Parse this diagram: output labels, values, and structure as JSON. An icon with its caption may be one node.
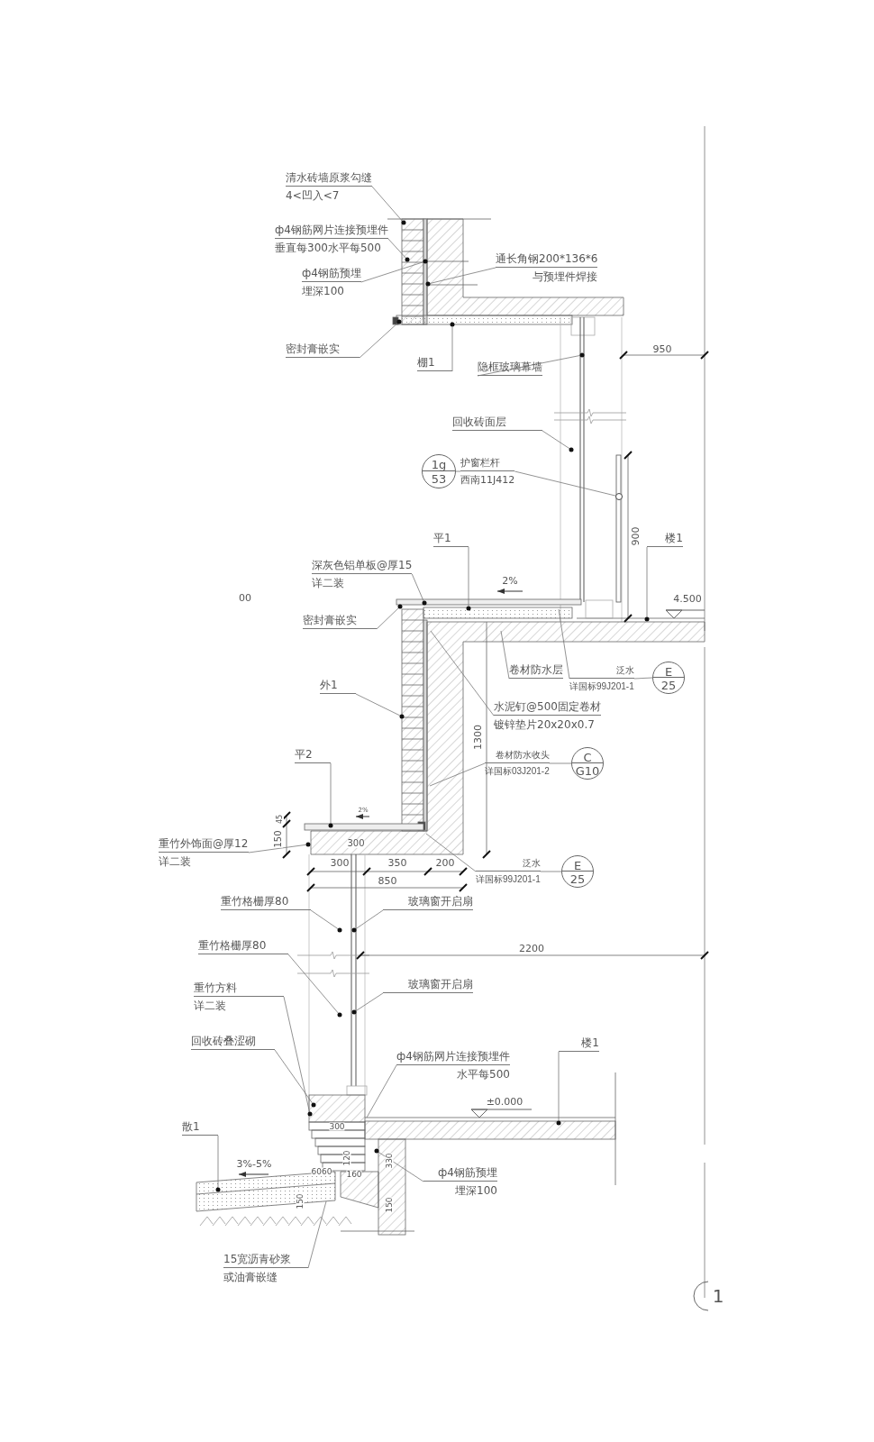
{
  "diagram": {
    "nodes": [
      {
        "text": [
          "清水砖墙原浆勾缝",
          "4<凹入<7"
        ]
      },
      {
        "text": [
          "ф4钢筋网片连接预埋件",
          "垂直每300水平每500"
        ]
      },
      {
        "text": [
          "ф4钢筋预埋",
          "埋深100"
        ]
      },
      {
        "text": [
          "通长角钢200*136*6",
          "与预埋件焊接"
        ]
      },
      {
        "text": [
          "密封膏嵌实"
        ]
      },
      {
        "text": [
          "棚1"
        ]
      },
      {
        "text": [
          "隐框玻璃幕墙"
        ]
      },
      {
        "text": [
          "回收砖面层"
        ]
      },
      {
        "text": [
          "1g",
          "53"
        ]
      },
      {
        "text": [
          "护窗栏杆",
          "西南11J412"
        ]
      },
      {
        "text": [
          "平1"
        ]
      },
      {
        "text": [
          "楼1"
        ]
      },
      {
        "text": [
          "深灰色铝单板@厚15",
          "详二装"
        ]
      },
      {
        "text": [
          "密封膏嵌实"
        ]
      },
      {
        "text": [
          "卷材防水层"
        ]
      },
      {
        "text": [
          "泛水",
          "详国标99J201-1"
        ]
      },
      {
        "text": [
          "E",
          "25"
        ]
      },
      {
        "text": [
          "外1"
        ]
      },
      {
        "text": [
          "水泥钉@500固定卷材",
          "镀锌垫片20x20x0.7"
        ]
      },
      {
        "text": [
          "卷材防水收头",
          "详国标03J201-2"
        ]
      },
      {
        "text": [
          "C",
          "G10"
        ]
      },
      {
        "text": [
          "平2"
        ]
      },
      {
        "text": [
          "重竹外饰面@厚12",
          "详二装"
        ]
      },
      {
        "text": [
          "泛水",
          "详国标99J201-1"
        ]
      },
      {
        "text": [
          "E",
          "25"
        ]
      },
      {
        "text": [
          "重竹格栅厚80"
        ]
      },
      {
        "text": [
          "玻璃窗开启扇"
        ]
      },
      {
        "text": [
          "重竹格栅厚80"
        ]
      },
      {
        "text": [
          "玻璃窗开启扇"
        ]
      },
      {
        "text": [
          "重竹方料",
          "详二装"
        ]
      },
      {
        "text": [
          "回收砖叠涩砌"
        ]
      },
      {
        "text": [
          "ф4钢筋网片连接预埋件",
          "水平每500"
        ]
      },
      {
        "text": [
          "楼1"
        ]
      },
      {
        "text": [
          "散1"
        ]
      },
      {
        "text": [
          "ф4钢筋预埋",
          "埋深100"
        ]
      },
      {
        "text": [
          "15宽沥青砂浆",
          "或油膏嵌缝"
        ]
      },
      {
        "text": [],
        "shape": "dot"
      },
      {
        "text": [],
        "shape": "dot"
      },
      {
        "text": [],
        "shape": "dot"
      },
      {
        "text": [],
        "shape": "dot"
      },
      {
        "text": [],
        "shape": "dot"
      },
      {
        "text": [],
        "shape": "dot"
      },
      {
        "text": [],
        "shape": "dot"
      },
      {
        "text": [],
        "shape": "dot"
      },
      {
        "text": [],
        "shape": "circle"
      },
      {
        "text": [],
        "shape": "dot"
      },
      {
        "text": [],
        "shape": "dot"
      },
      {
        "text": [],
        "shape": "dot"
      },
      {
        "text": [],
        "shape": "dot"
      },
      {
        "text": [],
        "shape": "dot"
      },
      {
        "text": [],
        "shape": "dot"
      },
      {
        "text": [],
        "shape": "dot"
      },
      {
        "text": [],
        "shape": "dot"
      },
      {
        "text": [],
        "shape": "dot"
      },
      {
        "text": [],
        "shape": "dot"
      },
      {
        "text": [],
        "shape": "dot"
      },
      {
        "text": [],
        "shape": "dot"
      },
      {
        "text": [],
        "shape": "dot"
      },
      {
        "text": [],
        "shape": "dot"
      },
      {
        "text": [],
        "shape": "dot"
      },
      {
        "text": [],
        "shape": "dot"
      }
    ],
    "edges": [
      {
        "from": 0,
        "to": 36,
        "arrow": "none"
      },
      {
        "from": 1,
        "to": 37,
        "arrow": "none"
      },
      {
        "from": 2,
        "to": 38,
        "arrow": "none"
      },
      {
        "from": 3,
        "to": 39,
        "arrow": "none"
      },
      {
        "from": 4,
        "to": 40,
        "arrow": "none"
      },
      {
        "from": 5,
        "to": 41,
        "arrow": "none"
      },
      {
        "from": 6,
        "to": 42,
        "arrow": "none"
      },
      {
        "from": 7,
        "to": 43,
        "arrow": "none"
      },
      {
        "from": 8,
        "to": 9,
        "arrow": "none"
      },
      {
        "from": 9,
        "to": 44,
        "arrow": "none"
      },
      {
        "from": 10,
        "to": 45,
        "arrow": "none"
      },
      {
        "from": 11,
        "to": 46,
        "arrow": "none"
      },
      {
        "from": 12,
        "to": 47,
        "arrow": "none"
      },
      {
        "from": 13,
        "to": 48,
        "arrow": "none"
      },
      {
        "from": 14,
        "to": null,
        "arrow": "none"
      },
      {
        "from": 15,
        "to": 16,
        "arrow": "none"
      },
      {
        "from": 15,
        "to": null,
        "arrow": "none"
      },
      {
        "from": 17,
        "to": 49,
        "arrow": "none"
      },
      {
        "from": 18,
        "to": null,
        "arrow": "none"
      },
      {
        "from": 19,
        "to": 20,
        "arrow": "none"
      },
      {
        "from": 19,
        "to": null,
        "arrow": "none"
      },
      {
        "from": 21,
        "to": 50,
        "arrow": "none"
      },
      {
        "from": 22,
        "to": 51,
        "arrow": "none"
      },
      {
        "from": 23,
        "to": 24,
        "arrow": "none"
      },
      {
        "from": 23,
        "to": null,
        "arrow": "none"
      },
      {
        "from": 25,
        "to": 52,
        "arrow": "none"
      },
      {
        "from": 26,
        "to": 53,
        "arrow": "none"
      },
      {
        "from": 27,
        "to": 54,
        "arrow": "none"
      },
      {
        "from": 28,
        "to": 55,
        "arrow": "none"
      },
      {
        "from": 29,
        "to": 56,
        "arrow": "none"
      },
      {
        "from": 30,
        "to": 57,
        "arrow": "none"
      },
      {
        "from": 31,
        "to": null,
        "arrow": "none"
      },
      {
        "from": 32,
        "to": 58,
        "arrow": "none"
      },
      {
        "from": 33,
        "to": 59,
        "arrow": "none"
      },
      {
        "from": 34,
        "to": 60,
        "arrow": "none"
      },
      {
        "from": 35,
        "to": null,
        "arrow": "none"
      }
    ],
    "labels": [
      "950",
      "900",
      "2%",
      "00",
      "4.500",
      "1300",
      "2%",
      "45",
      "150",
      "300",
      "300",
      "350",
      "200",
      "850",
      "2200",
      "±0.000",
      "300",
      "120",
      "330",
      "3%-5%",
      "6060",
      "160",
      "150",
      "150",
      "1"
    ]
  }
}
